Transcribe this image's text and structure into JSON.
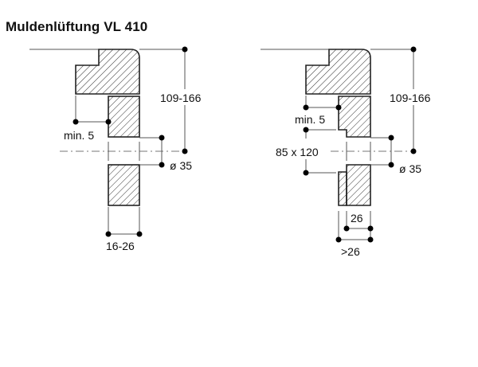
{
  "title": "Muldenlüftung VL 410",
  "left_drawing": {
    "height_dim": "109-166",
    "min_dim": "min. 5",
    "hole_dim": "ø 35",
    "thickness_dim": "16-26"
  },
  "right_drawing": {
    "height_dim": "109-166",
    "min_dim": "min. 5",
    "cutout_dim": "85 x 120",
    "hole_dim": "ø 35",
    "panel_dim": "26",
    "total_dim": ">26"
  }
}
